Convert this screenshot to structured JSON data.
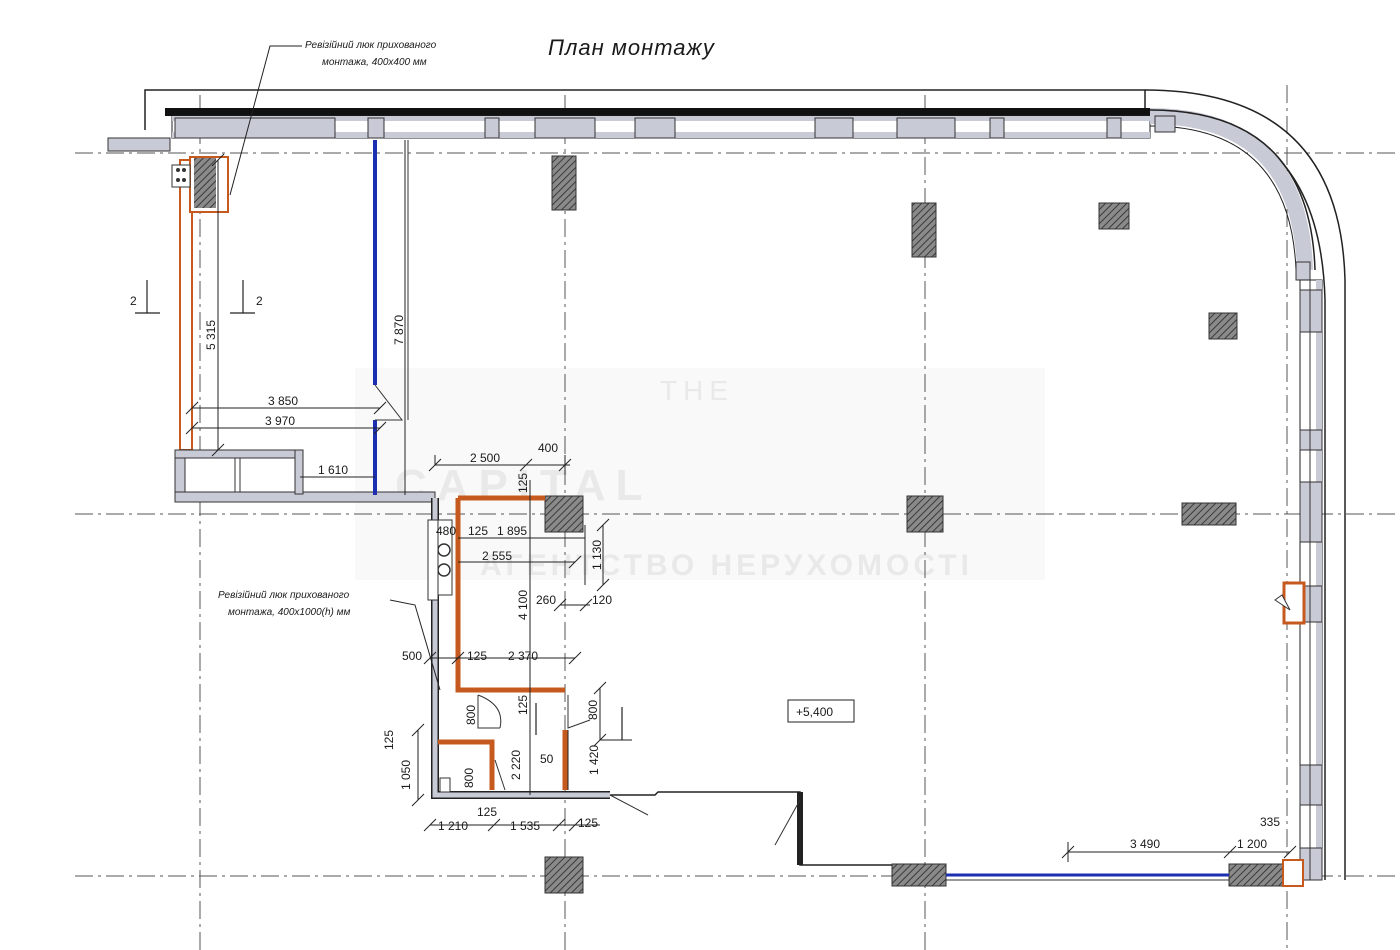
{
  "plan": {
    "title": "План монтажу",
    "note_top_line1": "Ревізійний люк прихованого",
    "note_top_line2": "монтажа, 400х400 мм",
    "note_mid_line1": "Ревізійний люк прихованого",
    "note_mid_line2": "монтажа, 400х1000(h) мм",
    "level": "+5,400",
    "section_mark_left": "2",
    "section_mark_right": "2"
  },
  "watermark": {
    "top": "THE",
    "main": "CAPITAL",
    "bottom": "АГЕНТСТВО НЕРУХОМОСТІ"
  },
  "dimensions": {
    "d5315": "5 315",
    "d7870": "7 870",
    "d3850": "3 850",
    "d3970": "3 970",
    "d1610": "1 610",
    "d2500": "2 500",
    "d400": "400",
    "d125a": "125",
    "d480": "480",
    "d125b": "125",
    "d1895": "1 895",
    "d2555": "2 555",
    "d1130": "1 130",
    "d4100": "4 100",
    "d260": "260",
    "d120": "120",
    "d500": "500",
    "d125c": "125",
    "d2370": "2 370",
    "d800a": "800",
    "d125d": "125",
    "d800b": "800",
    "d125e": "125",
    "d2220": "2 220",
    "d50": "50",
    "d1420": "1 420",
    "d1050": "1 050",
    "d800c": "800",
    "d1210": "1 210",
    "d125f": "125",
    "d1535": "1 535",
    "d125g": "125",
    "d3490": "3 490",
    "d1200": "1 200",
    "d335": "335"
  },
  "colors": {
    "wall_fill": "#c8cad6",
    "column_hatch": "#7a7a7a",
    "partition_brown": "#c65a1e",
    "glass_blue": "#1c2fb0",
    "axis_line": "#555555"
  }
}
